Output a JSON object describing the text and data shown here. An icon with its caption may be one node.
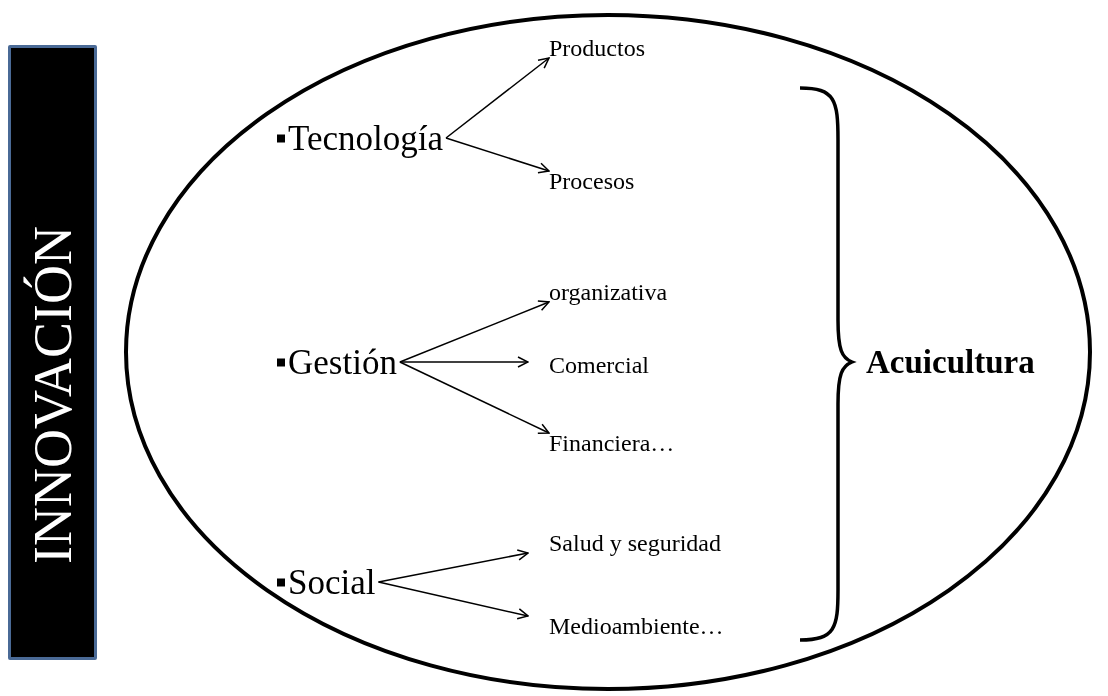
{
  "diagram": {
    "nodes": [
      {
        "text": [
          "INNOVACIÓN"
        ]
      },
      {
        "text": [],
        "shape": "ellipse"
      },
      {
        "text": [
          "Tecnología"
        ],
        "in": 1
      },
      {
        "text": [
          "Productos"
        ],
        "in": 1
      },
      {
        "text": [
          "Procesos"
        ],
        "in": 1
      },
      {
        "text": [
          "Gestión"
        ],
        "in": 1
      },
      {
        "text": [
          "organizativa"
        ],
        "in": 1
      },
      {
        "text": [
          "Comercial"
        ],
        "in": 1
      },
      {
        "text": [
          "Financiera…"
        ],
        "in": 1
      },
      {
        "text": [
          "Social"
        ],
        "in": 1
      },
      {
        "text": [
          "Salud y seguridad"
        ],
        "in": 1
      },
      {
        "text": [
          "Medioambiente…"
        ],
        "in": 1
      }
    ],
    "edges": [
      {
        "from": 2,
        "to": 3,
        "arrow": "to"
      },
      {
        "from": 2,
        "to": 4,
        "arrow": "to"
      },
      {
        "from": 5,
        "to": 6,
        "arrow": "to"
      },
      {
        "from": 5,
        "to": 7,
        "arrow": "to"
      },
      {
        "from": 5,
        "to": 8,
        "arrow": "to"
      },
      {
        "from": 9,
        "to": 10,
        "arrow": "to"
      },
      {
        "from": 9,
        "to": 11,
        "arrow": "to"
      }
    ],
    "labels": [
      "Acuicultura"
    ]
  }
}
